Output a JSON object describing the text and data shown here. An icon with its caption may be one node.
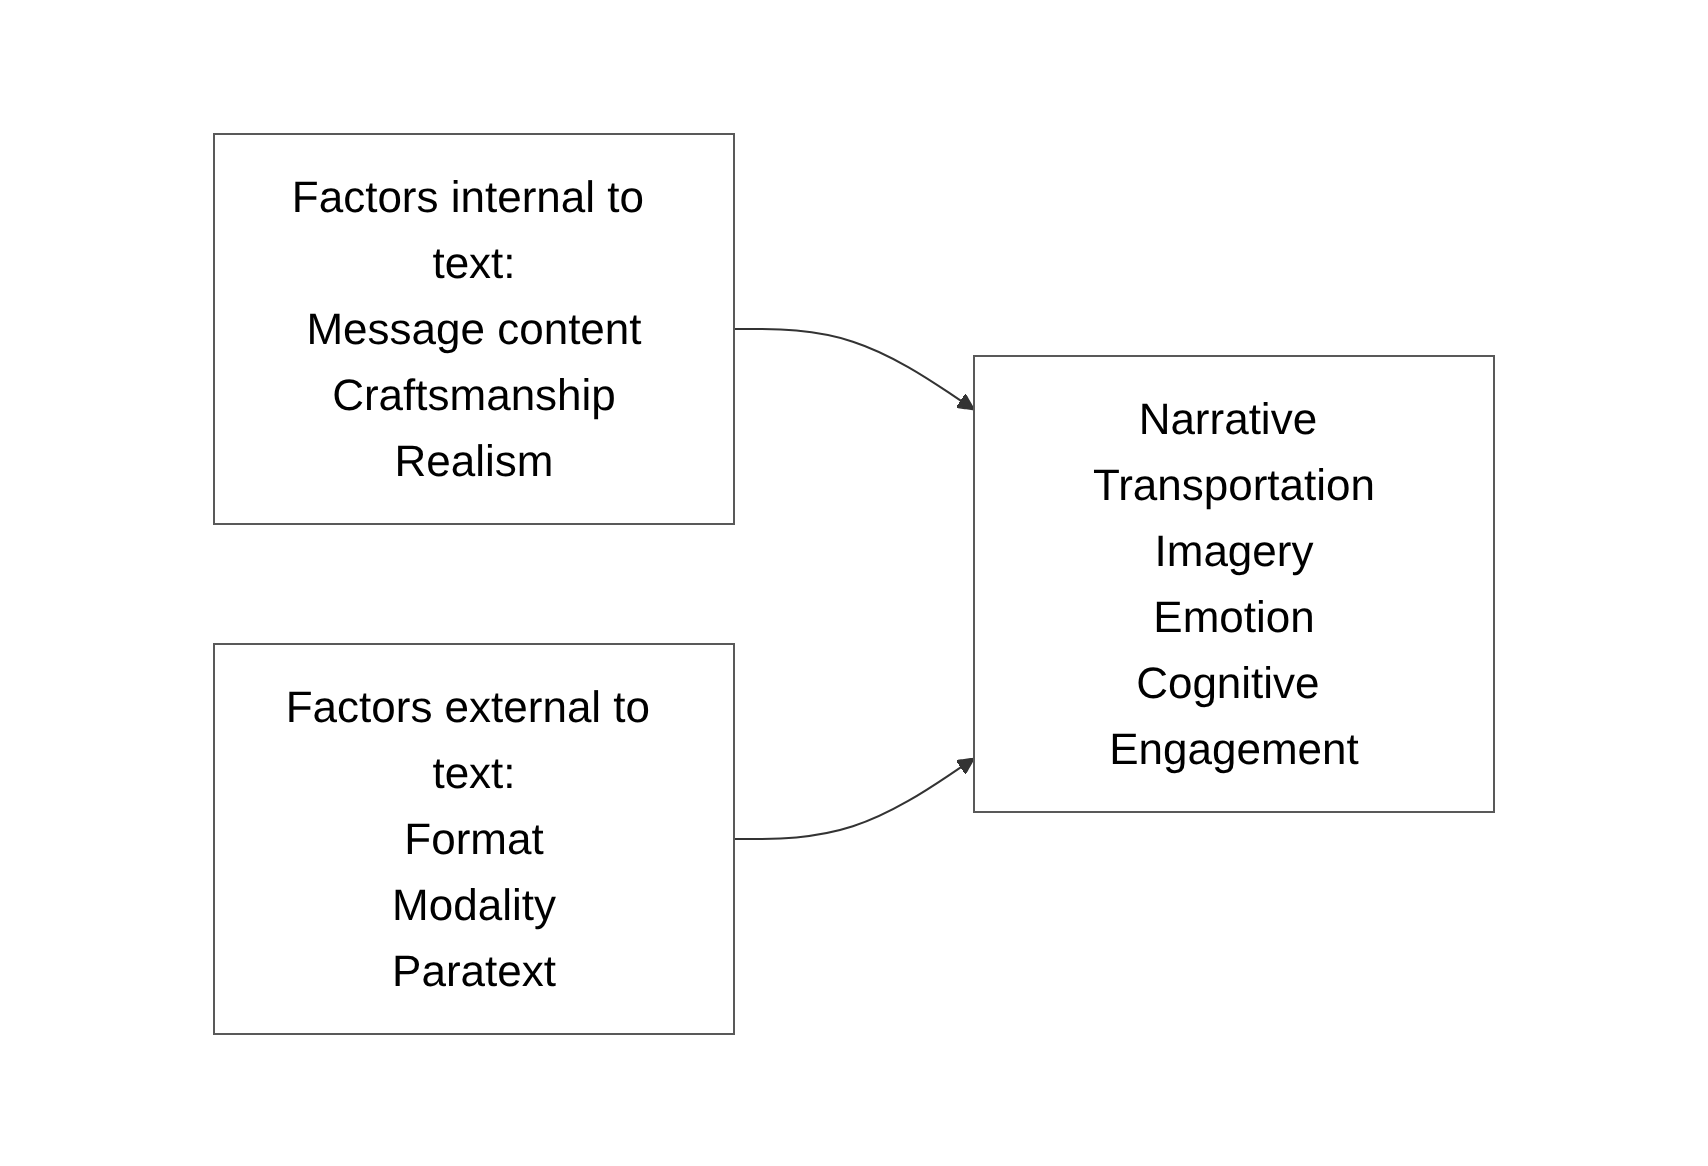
{
  "diagram": {
    "nodes": [
      {
        "text": [
          "Factors internal to text:",
          "Message content",
          "Craftsmanship",
          "Realism"
        ]
      },
      {
        "text": [
          "Factors external to text:",
          "Format",
          "Modality",
          "Paratext"
        ]
      },
      {
        "text": [
          "Narrative Transportation",
          "Imagery",
          "Emotion",
          "Cognitive Engagement"
        ]
      }
    ],
    "edges": [
      {
        "from": 0,
        "to": 2,
        "arrow": "to"
      },
      {
        "from": 1,
        "to": 2,
        "arrow": "to"
      }
    ]
  }
}
